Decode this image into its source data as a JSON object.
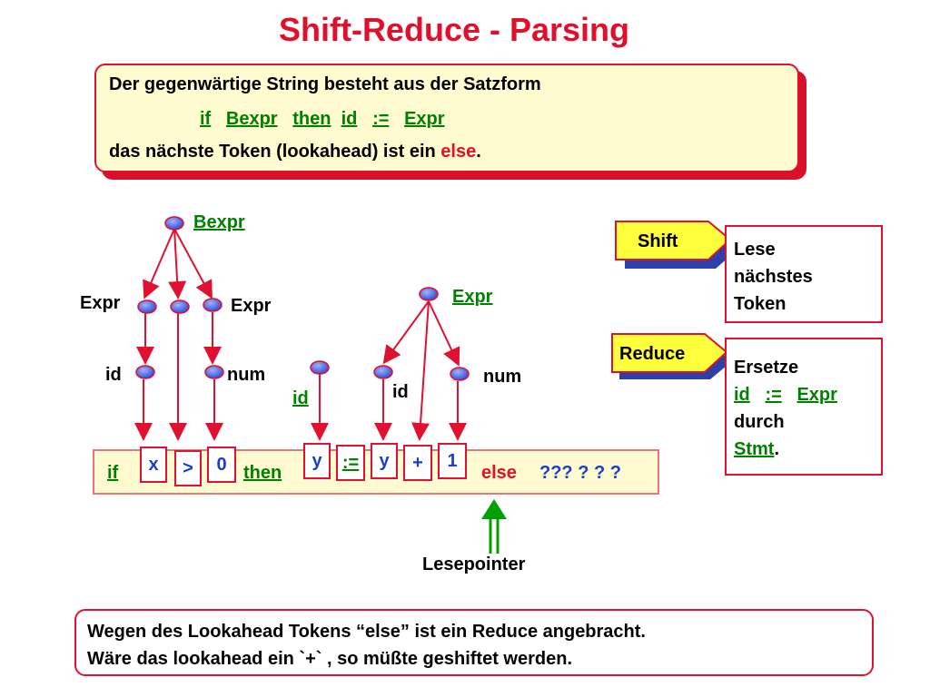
{
  "title": "Shift-Reduce - Parsing",
  "intro": {
    "line1": "Der gegenwärtige String besteht aus der Satzform",
    "form": [
      "if",
      "Bexpr",
      "then",
      "id",
      ":=",
      "Expr"
    ],
    "line3_prefix": "das nächste Token (lookahead) ist ein",
    "line3_token": "else",
    "line3_suffix": "."
  },
  "tree": {
    "bexpr": "Bexpr",
    "expr_left": "Expr",
    "expr_right": "Expr",
    "id_left": "id",
    "num_left": "num",
    "id_assign": "id",
    "expr_top": "Expr",
    "id_mid": "id",
    "num_right": "num"
  },
  "tape": {
    "if": "if",
    "x": "x",
    "gt": ">",
    "zero": "0",
    "then": "then",
    "y1": "y",
    "assign": ":=",
    "y2": "y",
    "plus": "+",
    "one": "1",
    "else": "else",
    "unknown": "??? ? ? ?"
  },
  "pointer_label": "Lesepointer",
  "shift": {
    "label": "Shift",
    "description": [
      "Lese",
      "nächstes",
      "Token"
    ]
  },
  "reduce": {
    "label": "Reduce",
    "line1": "Ersetze",
    "line2": [
      "id",
      ":=",
      "Expr"
    ],
    "line3": "durch",
    "line4_token": "Stmt",
    "line4_suffix": "."
  },
  "footer": {
    "line1": "Wegen des Lookahead Tokens “else” ist ein Reduce angebracht.",
    "line2": "Wäre das lookahead ein `+` , so müßte geshiftet werden."
  },
  "colors": {
    "title": "#e0102b",
    "border": "#e01030",
    "box_fill": "#fffbd0",
    "nonterminal": "#008000",
    "tape_token": "#1a3fcc",
    "node_fill": "#3a5be0",
    "pointer": "#00a000"
  }
}
